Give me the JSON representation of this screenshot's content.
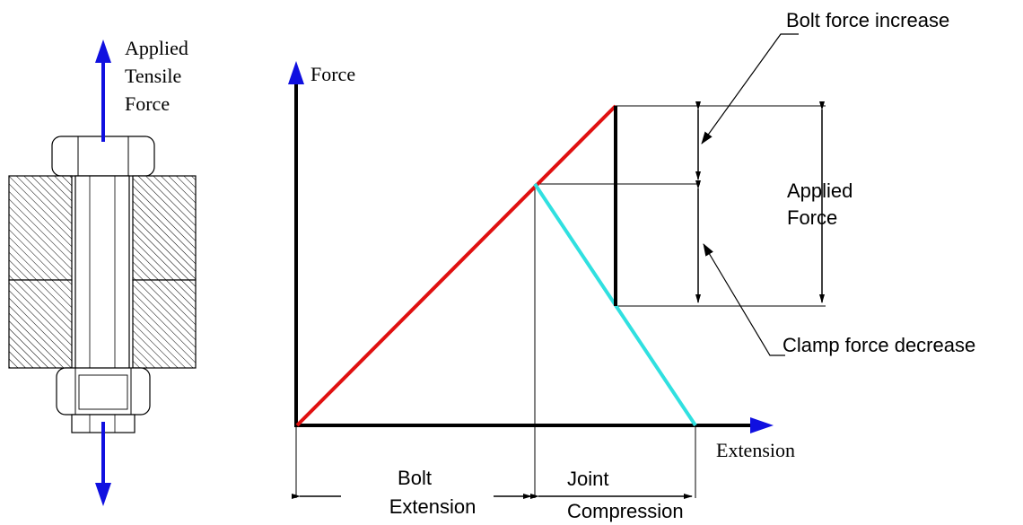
{
  "labels": {
    "applied_tensile_force": [
      "Applied",
      "Tensile",
      "Force"
    ],
    "force_axis": "Force",
    "extension_axis": "Extension",
    "bolt_force_increase": "Bolt force increase",
    "applied_force": [
      "Applied",
      "Force"
    ],
    "clamp_force_decrease": "Clamp force decrease",
    "bolt_extension": [
      "Bolt",
      "Extension"
    ],
    "joint_compression": [
      "Joint",
      "Compression"
    ]
  },
  "colors": {
    "bolt_line": "#e01010",
    "joint_line": "#30e0e0",
    "arrow_blue": "#1010e0",
    "ink": "#000000"
  }
}
